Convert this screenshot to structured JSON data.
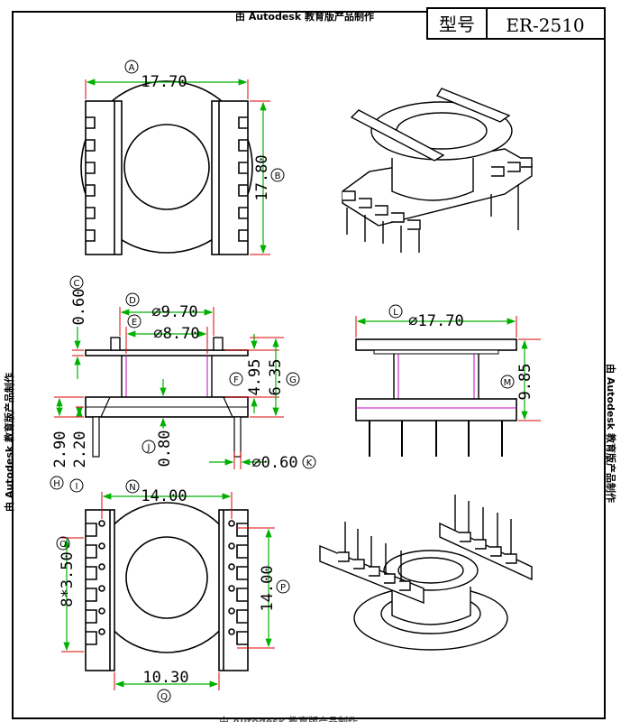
{
  "watermark": "由 Autodesk 教育版产品制作",
  "title_block": {
    "model_label": "型号",
    "model_value": "ER-2510"
  },
  "dims": {
    "A": {
      "letter": "A",
      "value": "17.70"
    },
    "B": {
      "letter": "B",
      "value": "17.80"
    },
    "C": {
      "letter": "C",
      "value": "0.60"
    },
    "D": {
      "letter": "D",
      "value": "⌀9.70"
    },
    "E": {
      "letter": "E",
      "value": "⌀8.70"
    },
    "F": {
      "letter": "F",
      "value": "4.95"
    },
    "G": {
      "letter": "G",
      "value": "6.35"
    },
    "H": {
      "letter": "H",
      "value": "2.90"
    },
    "I": {
      "letter": "I",
      "value": "2.20"
    },
    "J": {
      "letter": "J",
      "value": "0.80"
    },
    "K": {
      "letter": "K",
      "value": "⌀0.60"
    },
    "L": {
      "letter": "L",
      "value": "⌀17.70"
    },
    "M": {
      "letter": "M",
      "value": "9.85"
    },
    "N": {
      "letter": "N",
      "value": "14.00"
    },
    "O": {
      "letter": "O",
      "value": "8*3.50"
    },
    "P": {
      "letter": "P",
      "value": "14.00"
    },
    "Q": {
      "letter": "Q",
      "value": "10.30"
    }
  }
}
